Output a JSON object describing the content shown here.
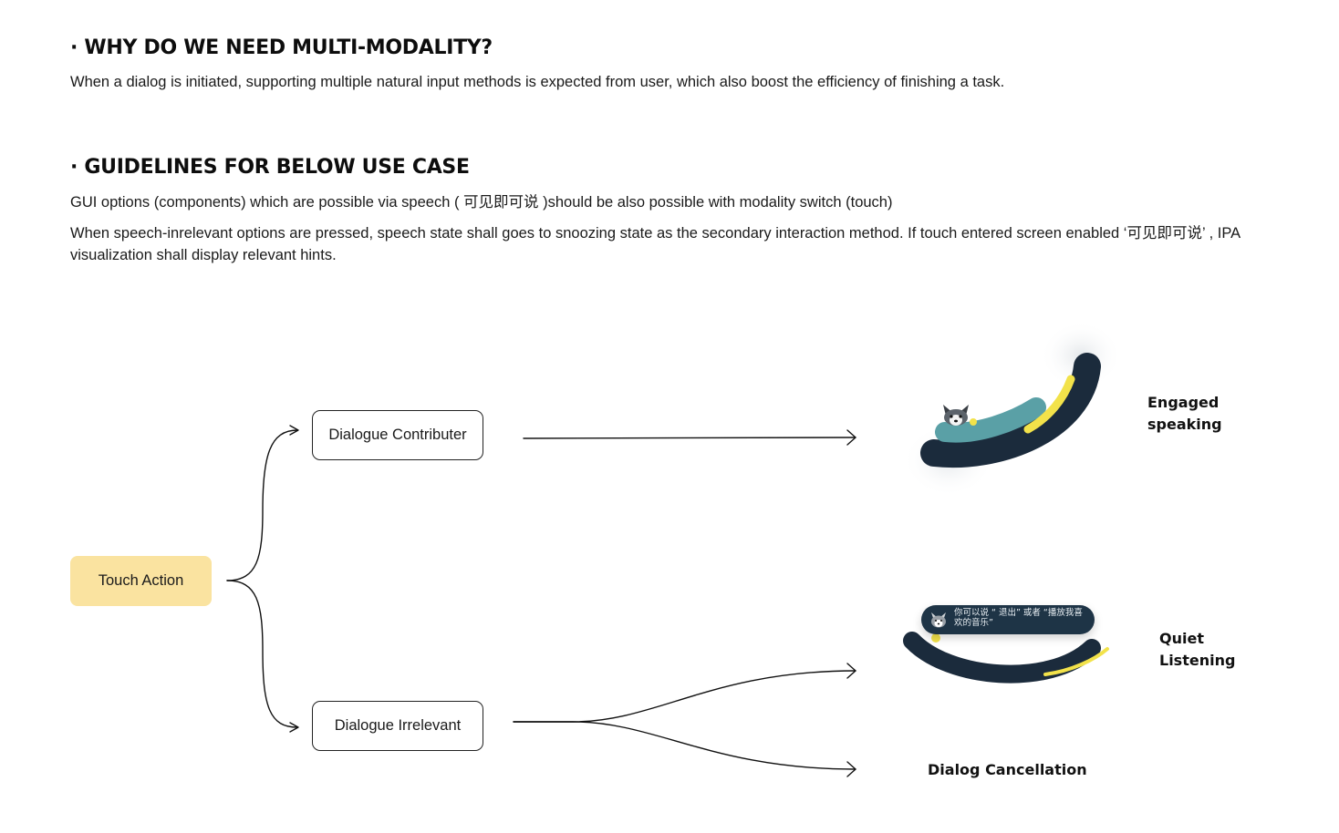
{
  "sections": [
    {
      "heading": "· WHY DO WE NEED MULTI-MODALITY?",
      "paragraphs": [
        "When a dialog is initiated, supporting multiple natural input methods is expected from user, which also boost the efficiency of finishing a task."
      ]
    },
    {
      "heading": "· GUIDELINES FOR BELOW USE CASE",
      "paragraphs": [
        "GUI options (components) which are possible via speech ( 可见即可说 )should be also possible with modality switch (touch)",
        "When speech-inrelevant options are pressed, speech state shall goes to snoozing state as the secondary interaction method. If touch entered screen enabled ‘可见即可说’ , IPA visualization shall display relevant hints."
      ]
    }
  ],
  "diagram": {
    "nodes": {
      "touch_action": "Touch Action",
      "dialogue_contributer": "Dialogue Contributer",
      "dialogue_irrelevant": "Dialogue Irrelevant"
    },
    "states": {
      "engaged_speaking": "Engaged speaking",
      "quiet_listening": "Quiet Listening",
      "dialog_cancellation": "Dialog Cancellation"
    },
    "hint_bubble": {
      "text": "你可以说 “ 退出” 或者 “播放我喜欢的音乐”",
      "icon": "husky-avatar-icon"
    },
    "colors": {
      "touch_action_fill": "#fae3a0",
      "arc_dark": "#1b2b3c",
      "arc_teal": "#5aa0a6",
      "arc_yellow": "#f2e24a",
      "hint_bg": "#1e3446"
    }
  }
}
